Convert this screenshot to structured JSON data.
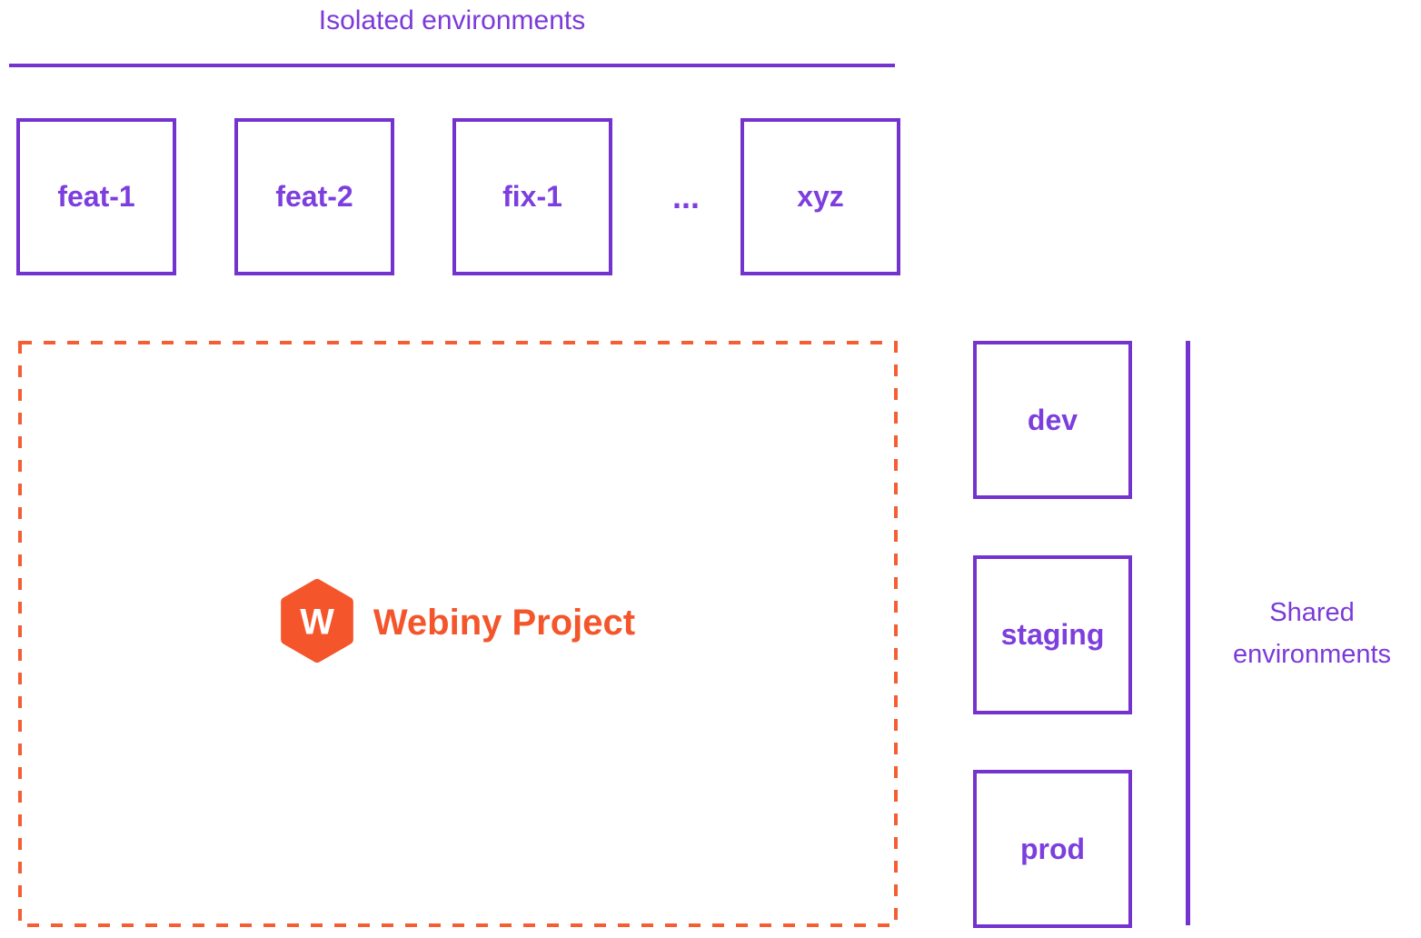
{
  "diagram": {
    "isolated": {
      "title": "Isolated environments",
      "boxes": [
        "feat-1",
        "feat-2",
        "fix-1",
        "xyz"
      ],
      "ellipsis": "..."
    },
    "project": {
      "label": "Webiny Project",
      "logo_letter": "W"
    },
    "shared": {
      "boxes": [
        "dev",
        "staging",
        "prod"
      ],
      "label": "Shared environments"
    },
    "colors": {
      "purple_line": "#7433cf",
      "purple_text": "#7d3ede",
      "purple_heading": "#7c3ad9",
      "orange_dash": "#f55e33",
      "orange_brand": "#f4552b",
      "logo_letter_color": "#ffffff"
    }
  }
}
